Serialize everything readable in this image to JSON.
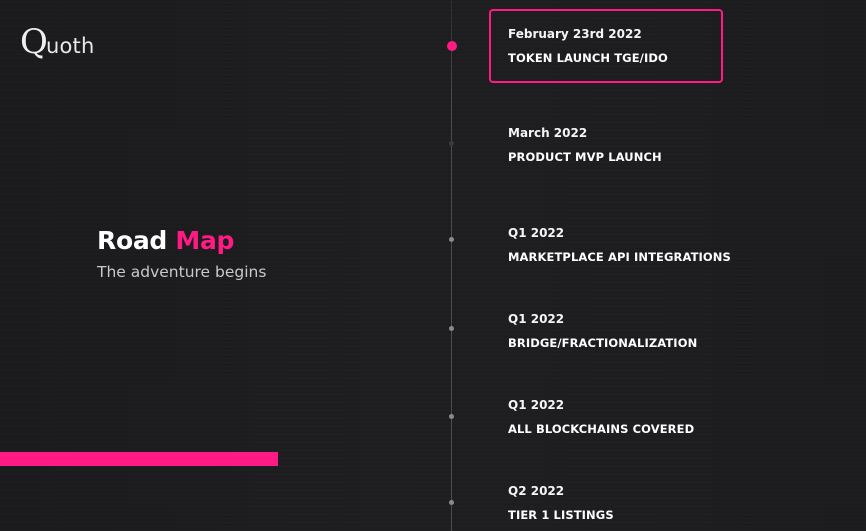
{
  "brand": {
    "logo_letter": "Q",
    "logo_text": "uoth"
  },
  "hero": {
    "title_part1": "Road",
    "title_part2": "Map",
    "subtitle": "The adventure begins"
  },
  "colors": {
    "accent": "#ff1a84",
    "background": "#1c1c1e"
  },
  "roadmap": [
    {
      "date": "February 23rd  2022",
      "title": "TOKEN LAUNCH TGE/IDO",
      "active": true
    },
    {
      "date": "March  2022",
      "title": "PRODUCT MVP LAUNCH",
      "active": false
    },
    {
      "date": "Q1  2022",
      "title": "MARKETPLACE API INTEGRATIONS",
      "active": false
    },
    {
      "date": "Q1  2022",
      "title": "BRIDGE/FRACTIONALIZATION",
      "active": false
    },
    {
      "date": "Q1  2022",
      "title": "ALL BLOCKCHAINS COVERED",
      "active": false
    },
    {
      "date": "Q2  2022",
      "title": "TIER 1 LISTINGS",
      "active": false
    }
  ]
}
